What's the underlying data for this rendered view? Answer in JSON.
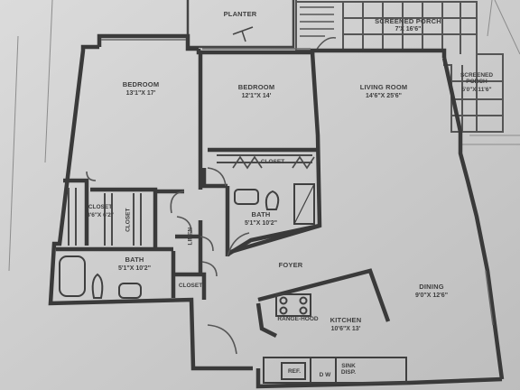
{
  "rooms": {
    "planter": "PLANTER",
    "screened_porch_top": {
      "name": "SCREENED PORCH",
      "dims": "7'x 16'6\""
    },
    "screened_porch_side": {
      "name": "SCREENED PORCH",
      "dims": "5'0\"x 11'6\""
    },
    "bedroom_left": {
      "name": "BEDROOM",
      "dims": "13'1\"x 17'"
    },
    "bedroom_mid": {
      "name": "BEDROOM",
      "dims": "12'1\"x 14'"
    },
    "living_room": {
      "name": "LIVING ROOM",
      "dims": "14'6\"x 25'6\""
    },
    "closet_top": "CLOSET",
    "bath_upper": {
      "name": "BATH",
      "dims": "5'1\"x 10'2\""
    },
    "closet_left": {
      "name": "CLOSET",
      "dims": "3'6\"x 6'2\""
    },
    "closet_vertical": "CLOSET",
    "linen": "LINEN",
    "bath_lower": {
      "name": "BATH",
      "dims": "5'1\"x 10'2\""
    },
    "closet_small": "CLOSET",
    "foyer": "FOYER",
    "range_hood": "RANGE-HOOD",
    "kitchen": {
      "name": "KITCHEN",
      "dims": "10'6\"x 13'"
    },
    "dining": {
      "name": "DINING",
      "dims": "9'0\"x 12'6\""
    },
    "ref": "REF.",
    "dw": "D W",
    "sink_disp": "SINK DISP."
  }
}
